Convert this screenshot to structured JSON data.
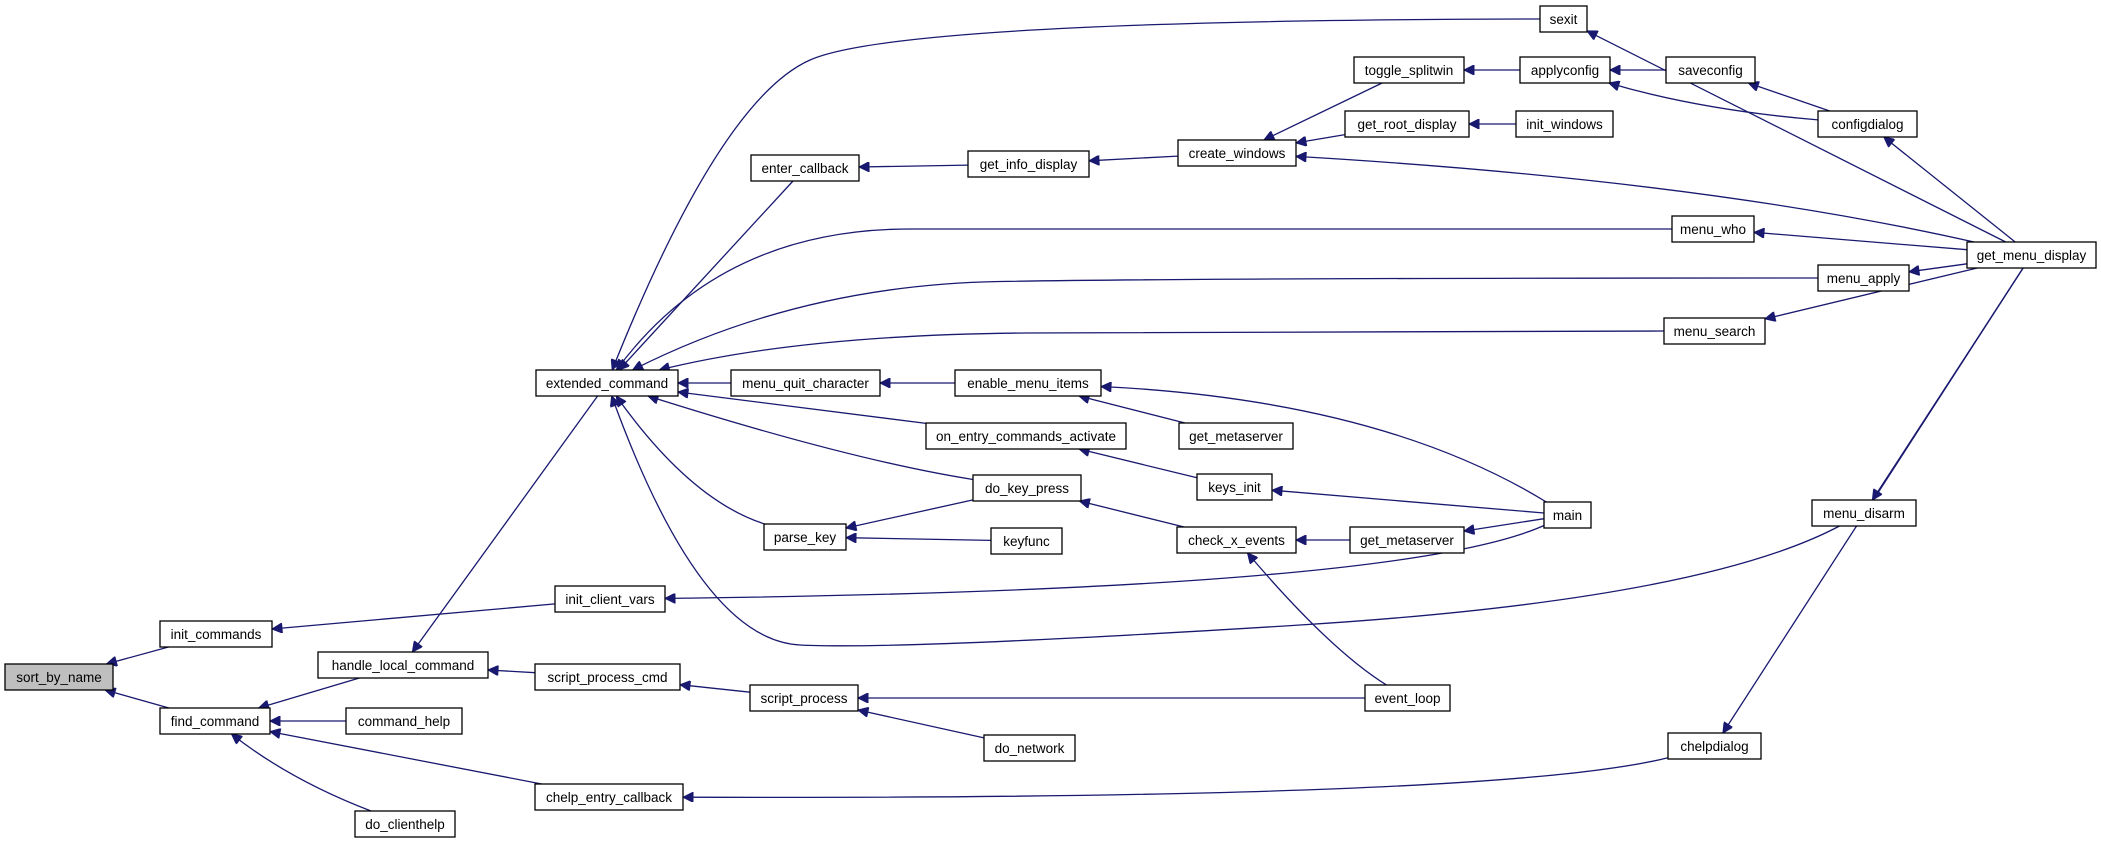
{
  "diagram": {
    "colors": {
      "edge": "#191970",
      "node_border": "#000000",
      "node_fill": "#ffffff",
      "highlight_fill": "#bfbfbf"
    },
    "nodes": [
      {
        "id": "sort_by_name",
        "label": "sort_by_name",
        "highlight": true
      },
      {
        "id": "init_commands",
        "label": "init_commands"
      },
      {
        "id": "find_command",
        "label": "find_command"
      },
      {
        "id": "handle_local_command",
        "label": "handle_local_command"
      },
      {
        "id": "command_help",
        "label": "command_help"
      },
      {
        "id": "do_clienthelp",
        "label": "do_clienthelp"
      },
      {
        "id": "extended_command",
        "label": "extended_command"
      },
      {
        "id": "init_client_vars",
        "label": "init_client_vars"
      },
      {
        "id": "script_process_cmd",
        "label": "script_process_cmd"
      },
      {
        "id": "chelp_entry_callback",
        "label": "chelp_entry_callback"
      },
      {
        "id": "enter_callback",
        "label": "enter_callback"
      },
      {
        "id": "menu_quit_character",
        "label": "menu_quit_character"
      },
      {
        "id": "on_entry_commands_activate",
        "label": "on_entry_commands_activate"
      },
      {
        "id": "parse_key",
        "label": "parse_key"
      },
      {
        "id": "script_process",
        "label": "script_process"
      },
      {
        "id": "get_info_display",
        "label": "get_info_display"
      },
      {
        "id": "enable_menu_items",
        "label": "enable_menu_items"
      },
      {
        "id": "do_key_press",
        "label": "do_key_press"
      },
      {
        "id": "keyfunc",
        "label": "keyfunc"
      },
      {
        "id": "do_network",
        "label": "do_network"
      },
      {
        "id": "create_windows",
        "label": "create_windows"
      },
      {
        "id": "get_metaserver_a",
        "label": "get_metaserver"
      },
      {
        "id": "keys_init",
        "label": "keys_init"
      },
      {
        "id": "check_x_events",
        "label": "check_x_events"
      },
      {
        "id": "toggle_splitwin",
        "label": "toggle_splitwin"
      },
      {
        "id": "get_root_display",
        "label": "get_root_display"
      },
      {
        "id": "get_metaserver_b",
        "label": "get_metaserver"
      },
      {
        "id": "event_loop",
        "label": "event_loop"
      },
      {
        "id": "applyconfig",
        "label": "applyconfig"
      },
      {
        "id": "init_windows",
        "label": "init_windows"
      },
      {
        "id": "sexit",
        "label": "sexit"
      },
      {
        "id": "menu_who",
        "label": "menu_who"
      },
      {
        "id": "menu_search",
        "label": "menu_search"
      },
      {
        "id": "main",
        "label": "main"
      },
      {
        "id": "saveconfig",
        "label": "saveconfig"
      },
      {
        "id": "menu_apply",
        "label": "menu_apply"
      },
      {
        "id": "configdialog",
        "label": "configdialog"
      },
      {
        "id": "menu_disarm",
        "label": "menu_disarm"
      },
      {
        "id": "chelpdialog",
        "label": "chelpdialog"
      },
      {
        "id": "get_menu_display",
        "label": "get_menu_display"
      }
    ],
    "edges": [
      {
        "from": "init_commands",
        "to": "sort_by_name"
      },
      {
        "from": "find_command",
        "to": "sort_by_name"
      },
      {
        "from": "init_client_vars",
        "to": "init_commands"
      },
      {
        "from": "handle_local_command",
        "to": "find_command"
      },
      {
        "from": "command_help",
        "to": "find_command"
      },
      {
        "from": "do_clienthelp",
        "to": "find_command"
      },
      {
        "from": "chelp_entry_callback",
        "to": "find_command"
      },
      {
        "from": "extended_command",
        "to": "handle_local_command"
      },
      {
        "from": "script_process_cmd",
        "to": "handle_local_command"
      },
      {
        "from": "script_process",
        "to": "script_process_cmd"
      },
      {
        "from": "event_loop",
        "to": "script_process"
      },
      {
        "from": "do_network",
        "to": "script_process"
      },
      {
        "from": "main",
        "to": "init_client_vars"
      },
      {
        "from": "chelpdialog",
        "to": "chelp_entry_callback"
      },
      {
        "from": "get_menu_display",
        "to": "chelpdialog"
      },
      {
        "from": "sexit",
        "to": "extended_command"
      },
      {
        "from": "enter_callback",
        "to": "extended_command"
      },
      {
        "from": "menu_who",
        "to": "extended_command"
      },
      {
        "from": "menu_apply",
        "to": "extended_command"
      },
      {
        "from": "menu_search",
        "to": "extended_command"
      },
      {
        "from": "menu_quit_character",
        "to": "extended_command"
      },
      {
        "from": "on_entry_commands_activate",
        "to": "extended_command"
      },
      {
        "from": "do_key_press",
        "to": "extended_command"
      },
      {
        "from": "parse_key",
        "to": "extended_command"
      },
      {
        "from": "menu_disarm",
        "to": "extended_command"
      },
      {
        "from": "get_info_display",
        "to": "enter_callback"
      },
      {
        "from": "create_windows",
        "to": "get_info_display"
      },
      {
        "from": "toggle_splitwin",
        "to": "create_windows"
      },
      {
        "from": "get_root_display",
        "to": "create_windows"
      },
      {
        "from": "get_menu_display",
        "to": "create_windows"
      },
      {
        "from": "applyconfig",
        "to": "toggle_splitwin"
      },
      {
        "from": "saveconfig",
        "to": "applyconfig"
      },
      {
        "from": "configdialog",
        "to": "applyconfig"
      },
      {
        "from": "configdialog",
        "to": "saveconfig"
      },
      {
        "from": "get_menu_display",
        "to": "configdialog"
      },
      {
        "from": "init_windows",
        "to": "get_root_display"
      },
      {
        "from": "get_menu_display",
        "to": "sexit"
      },
      {
        "from": "get_menu_display",
        "to": "menu_who"
      },
      {
        "from": "get_menu_display",
        "to": "menu_apply"
      },
      {
        "from": "get_menu_display",
        "to": "menu_search"
      },
      {
        "from": "get_menu_display",
        "to": "menu_disarm"
      },
      {
        "from": "enable_menu_items",
        "to": "menu_quit_character"
      },
      {
        "from": "get_metaserver_a",
        "to": "enable_menu_items"
      },
      {
        "from": "main",
        "to": "enable_menu_items"
      },
      {
        "from": "keys_init",
        "to": "on_entry_commands_activate"
      },
      {
        "from": "main",
        "to": "keys_init"
      },
      {
        "from": "do_key_press",
        "to": "parse_key"
      },
      {
        "from": "keyfunc",
        "to": "parse_key"
      },
      {
        "from": "check_x_events",
        "to": "do_key_press"
      },
      {
        "from": "get_metaserver_b",
        "to": "check_x_events"
      },
      {
        "from": "event_loop",
        "to": "check_x_events"
      },
      {
        "from": "main",
        "to": "get_metaserver_b"
      }
    ]
  }
}
